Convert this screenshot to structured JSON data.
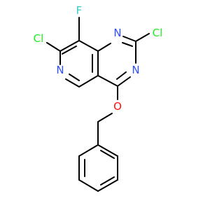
{
  "molecule": {
    "atoms": [
      {
        "id": "F",
        "label": "F",
        "color": "#33CCCC"
      },
      {
        "id": "Cl1",
        "label": "Cl",
        "color": "#1FF01F"
      },
      {
        "id": "Cl2",
        "label": "Cl",
        "color": "#1FF01F"
      },
      {
        "id": "N1",
        "label": "N",
        "color": "#3050F8"
      },
      {
        "id": "N2",
        "label": "N",
        "color": "#3050F8"
      },
      {
        "id": "N3",
        "label": "N",
        "color": "#3050F8"
      },
      {
        "id": "O",
        "label": "O",
        "color": "#FF0D0D"
      }
    ]
  }
}
